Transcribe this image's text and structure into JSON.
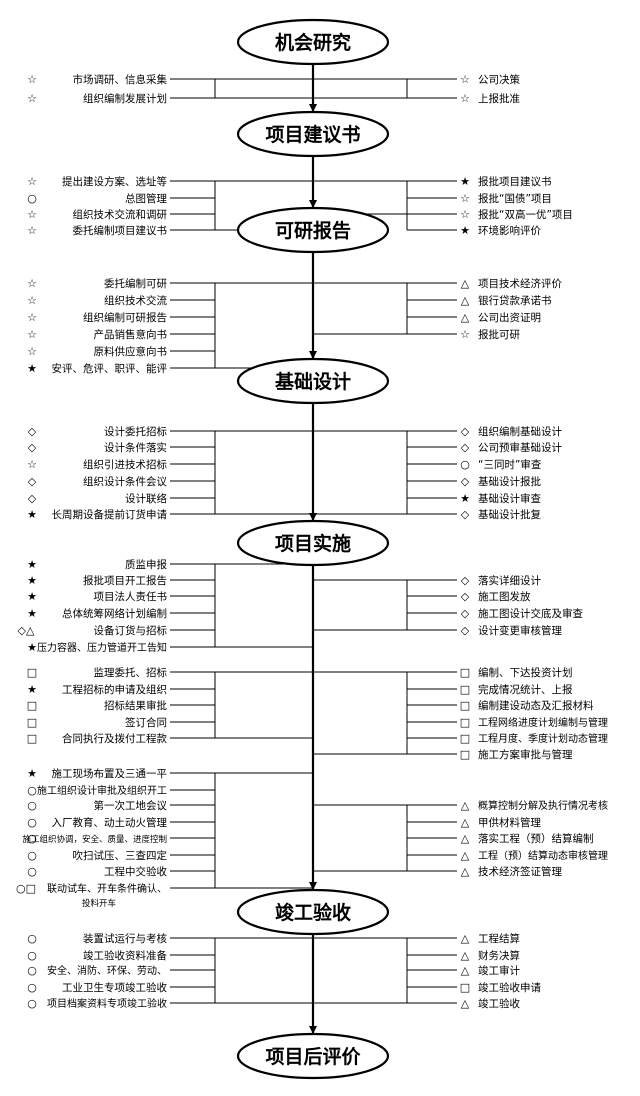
{
  "stages": [
    {
      "id": "s1",
      "label": "机会研究"
    },
    {
      "id": "s2",
      "label": "项目建议书"
    },
    {
      "id": "s3",
      "label": "可研报告"
    },
    {
      "id": "s4",
      "label": "基础设计"
    },
    {
      "id": "s5",
      "label": "项目实施"
    },
    {
      "id": "s6",
      "label": "竣工验收"
    },
    {
      "id": "s7",
      "label": "项目后评价"
    }
  ],
  "groups": [
    {
      "left": [
        {
          "sym": "☆",
          "text": "市场调研、信息采集"
        },
        {
          "sym": "☆",
          "text": "组织编制发展计划"
        }
      ],
      "right": [
        {
          "sym": "☆",
          "text": "公司决策"
        },
        {
          "sym": "☆",
          "text": "上报批准"
        }
      ]
    },
    {
      "left": [
        {
          "sym": "☆",
          "text": "提出建设方案、选址等"
        },
        {
          "sym": "○",
          "text": "总图管理"
        },
        {
          "sym": "☆",
          "text": "组织技术交流和调研"
        },
        {
          "sym": "☆",
          "text": "委托编制项目建议书"
        }
      ],
      "right": [
        {
          "sym": "★",
          "text": "报批项目建议书"
        },
        {
          "sym": "☆",
          "text": "报批“国债”项目"
        },
        {
          "sym": "☆",
          "text": "报批“双高一优”项目"
        },
        {
          "sym": "★",
          "text": "环境影响评价"
        }
      ]
    },
    {
      "left": [
        {
          "sym": "☆",
          "text": "委托编制可研"
        },
        {
          "sym": "☆",
          "text": "组织技术交流"
        },
        {
          "sym": "☆",
          "text": "组织编制可研报告"
        },
        {
          "sym": "☆",
          "text": "产品销售意向书"
        },
        {
          "sym": "☆",
          "text": "原料供应意向书"
        },
        {
          "sym": "★",
          "text": "安评、危评、职评、能评"
        }
      ],
      "right": [
        {
          "sym": "△",
          "text": "项目技术经济评价"
        },
        {
          "sym": "△",
          "text": "银行贷款承诺书"
        },
        {
          "sym": "△",
          "text": "公司出资证明"
        },
        {
          "sym": "☆",
          "text": "报批可研"
        }
      ]
    },
    {
      "left": [
        {
          "sym": "◇",
          "text": "设计委托招标"
        },
        {
          "sym": "◇",
          "text": "设计条件落实"
        },
        {
          "sym": "☆",
          "text": "组织引进技术招标"
        },
        {
          "sym": "◇",
          "text": "组织设计条件会议"
        },
        {
          "sym": "◇",
          "text": "设计联络"
        },
        {
          "sym": "★",
          "text": "长周期设备提前订货申请"
        }
      ],
      "right": [
        {
          "sym": "◇",
          "text": "组织编制基础设计"
        },
        {
          "sym": "◇",
          "text": "公司预审基础设计"
        },
        {
          "sym": "○",
          "text": "“三同时”审查"
        },
        {
          "sym": "◇",
          "text": "基础设计报批"
        },
        {
          "sym": "★",
          "text": "基础设计审查"
        },
        {
          "sym": "◇",
          "text": "基础设计批复"
        }
      ]
    },
    {
      "left": [
        {
          "sym": "★",
          "text": "质监申报"
        },
        {
          "sym": "★",
          "text": "报批项目开工报告"
        },
        {
          "sym": "★",
          "text": "项目法人责任书"
        },
        {
          "sym": "★",
          "text": "总体统筹网络计划编制"
        },
        {
          "sym": "◇△",
          "text": "设备订货与招标"
        },
        {
          "sym": "★",
          "text": "压力容器、压力管道开工告知"
        }
      ],
      "right": [
        {
          "sym": "◇",
          "text": "落实详细设计"
        },
        {
          "sym": "◇",
          "text": "施工图发放"
        },
        {
          "sym": "◇",
          "text": "施工图设计交底及审查"
        },
        {
          "sym": "◇",
          "text": "设计变更审核管理"
        }
      ]
    },
    {
      "left": [
        {
          "sym": "□",
          "text": "监理委托、招标"
        },
        {
          "sym": "★",
          "text": "工程招标的申请及组织"
        },
        {
          "sym": "□",
          "text": "招标结果审批"
        },
        {
          "sym": "□",
          "text": "签订合同"
        },
        {
          "sym": "□",
          "text": "合同执行及拨付工程款"
        }
      ],
      "right": [
        {
          "sym": "□",
          "text": "编制、下达投资计划"
        },
        {
          "sym": "□",
          "text": "完成情况统计、上报"
        },
        {
          "sym": "□",
          "text": "编制建设动态及汇报材料"
        },
        {
          "sym": "□",
          "text": "工程网络进度计划编制与管理"
        },
        {
          "sym": "□",
          "text": "工程月度、季度计划动态管理"
        },
        {
          "sym": "□",
          "text": "施工方案审批与管理"
        }
      ]
    },
    {
      "left": [
        {
          "sym": "★",
          "text": "施工现场布置及三通一平"
        },
        {
          "sym": "○",
          "text": "施工组织设计审批及组织开工"
        },
        {
          "sym": "○",
          "text": "第一次工地会议"
        },
        {
          "sym": "○",
          "text": "入厂教育、动土动火管理"
        },
        {
          "sym": "○",
          "text": "施工组织协调，安全、质量、进度控制"
        },
        {
          "sym": "○",
          "text": "吹扫试压、三查四定"
        },
        {
          "sym": "○",
          "text": "工程中交验收"
        },
        {
          "sym": "○□",
          "text": "联动试车、开车条件确认、",
          "text2": "投料开车"
        }
      ],
      "right": [
        {
          "sym": "△",
          "text": "概算控制分解及执行情况考核"
        },
        {
          "sym": "△",
          "text": "甲供材料管理"
        },
        {
          "sym": "△",
          "text": "落实工程（预）结算编制"
        },
        {
          "sym": "△",
          "text": "工程（预）结算动态审核管理"
        },
        {
          "sym": "△",
          "text": "技术经济签证管理"
        }
      ]
    },
    {
      "left": [
        {
          "sym": "○",
          "text": "装置试运行与考核"
        },
        {
          "sym": "○",
          "text": "竣工验收资料准备"
        },
        {
          "sym": "○",
          "text": "安全、消防、环保、劳动、"
        },
        {
          "sym": "○",
          "text": "工业卫生专项竣工验收"
        },
        {
          "sym": "○",
          "text": "项目档案资料专项竣工验收"
        }
      ],
      "right": [
        {
          "sym": "△",
          "text": "工程结算"
        },
        {
          "sym": "△",
          "text": "财务决算"
        },
        {
          "sym": "△",
          "text": "竣工审计"
        },
        {
          "sym": "□",
          "text": "竣工验收申请"
        },
        {
          "sym": "△",
          "text": "竣工验收"
        }
      ]
    }
  ]
}
